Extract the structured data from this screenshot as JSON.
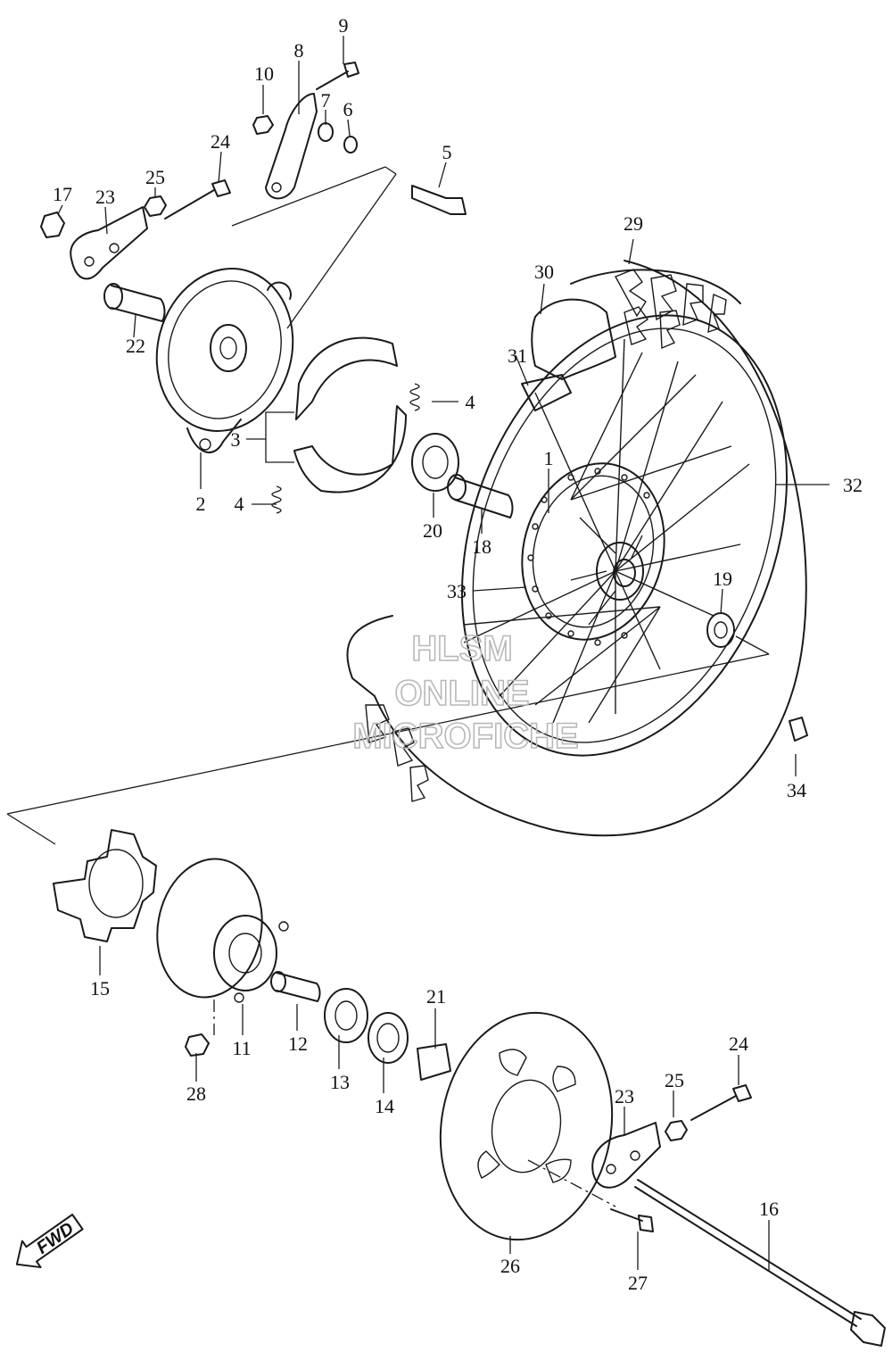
{
  "diagram": {
    "callouts": [
      {
        "id": "c1",
        "label": "1"
      },
      {
        "id": "c2",
        "label": "2"
      },
      {
        "id": "c3",
        "label": "3"
      },
      {
        "id": "c4a",
        "label": "4"
      },
      {
        "id": "c4b",
        "label": "4"
      },
      {
        "id": "c5",
        "label": "5"
      },
      {
        "id": "c6",
        "label": "6"
      },
      {
        "id": "c7",
        "label": "7"
      },
      {
        "id": "c8",
        "label": "8"
      },
      {
        "id": "c9",
        "label": "9"
      },
      {
        "id": "c10",
        "label": "10"
      },
      {
        "id": "c11",
        "label": "11"
      },
      {
        "id": "c12",
        "label": "12"
      },
      {
        "id": "c13",
        "label": "13"
      },
      {
        "id": "c14",
        "label": "14"
      },
      {
        "id": "c15",
        "label": "15"
      },
      {
        "id": "c16",
        "label": "16"
      },
      {
        "id": "c17",
        "label": "17"
      },
      {
        "id": "c18",
        "label": "18"
      },
      {
        "id": "c19",
        "label": "19"
      },
      {
        "id": "c20",
        "label": "20"
      },
      {
        "id": "c21",
        "label": "21"
      },
      {
        "id": "c22",
        "label": "22"
      },
      {
        "id": "c23a",
        "label": "23"
      },
      {
        "id": "c23b",
        "label": "23"
      },
      {
        "id": "c24a",
        "label": "24"
      },
      {
        "id": "c24b",
        "label": "24"
      },
      {
        "id": "c25a",
        "label": "25"
      },
      {
        "id": "c25b",
        "label": "25"
      },
      {
        "id": "c26",
        "label": "26"
      },
      {
        "id": "c27",
        "label": "27"
      },
      {
        "id": "c28",
        "label": "28"
      },
      {
        "id": "c29",
        "label": "29"
      },
      {
        "id": "c30",
        "label": "30"
      },
      {
        "id": "c31",
        "label": "31"
      },
      {
        "id": "c32",
        "label": "32"
      },
      {
        "id": "c33",
        "label": "33"
      },
      {
        "id": "c34",
        "label": "34"
      }
    ]
  },
  "fwd_arrow": {
    "label": "FWD"
  },
  "watermark": {
    "line1": "HLSM",
    "line2": "ONLINE",
    "line3": "MICROFICHE"
  }
}
